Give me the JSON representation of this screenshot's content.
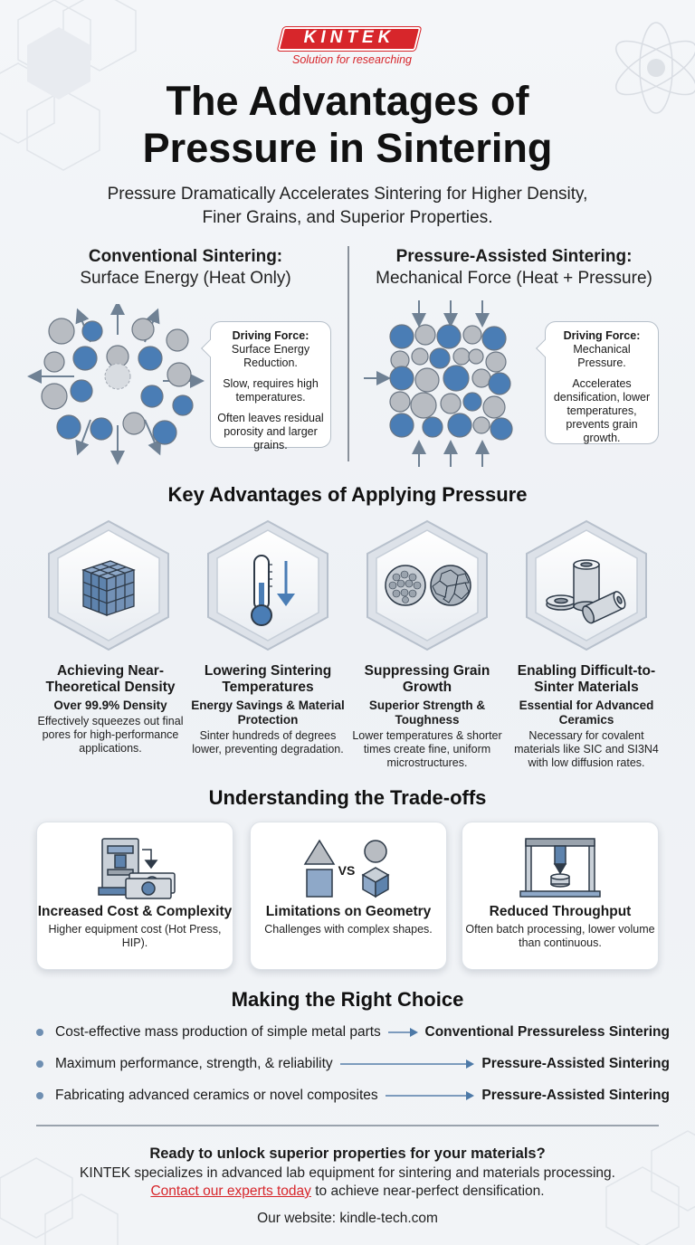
{
  "brand": {
    "name": "KINTEK",
    "tagline": "Solution for researching",
    "color": "#d7262b"
  },
  "title": {
    "line1": "The Advantages of",
    "line2": "Pressure in Sintering"
  },
  "subtitle": "Pressure Dramatically Accelerates Sintering for Higher Density, Finer Grains, and Superior Properties.",
  "conventional": {
    "heading": "Conventional Sintering:",
    "subheading": "Surface Energy (Heat Only)",
    "bubble": {
      "label": "Driving Force:",
      "force": "Surface Energy Reduction.",
      "p1": "Slow, requires high temperatures.",
      "p2": "Often leaves residual porosity and larger grains."
    }
  },
  "pressure": {
    "heading": "Pressure-Assisted Sintering:",
    "subheading": "Mechanical Force (Heat + Pressure)",
    "bubble": {
      "label": "Driving Force:",
      "force": "Mechanical Pressure.",
      "p1": "Accelerates densification, lower temperatures, prevents grain growth."
    }
  },
  "advantages_title": "Key Advantages of Applying Pressure",
  "advantages": [
    {
      "icon": "cube-grid-icon",
      "title": "Achieving Near-Theoretical Density",
      "sub": "Over 99.9% Density",
      "desc": "Effectively squeezes out final pores for high-performance applications."
    },
    {
      "icon": "thermometer-down-icon",
      "title": "Lowering Sintering Temperatures",
      "sub": "Energy Savings & Material Protection",
      "desc": "Sinter hundreds of degrees lower, preventing degradation."
    },
    {
      "icon": "grain-structure-icon",
      "title": "Suppressing Grain Growth",
      "sub": "Superior Strength & Toughness",
      "desc": "Lower temperatures & shorter times create fine, uniform microstructures."
    },
    {
      "icon": "ceramic-parts-icon",
      "title": "Enabling Difficult-to-Sinter Materials",
      "sub": "Essential for Advanced Ceramics",
      "desc": "Necessary for covalent materials like SIC and SI3N4 with low diffusion rates."
    }
  ],
  "tradeoffs_title": "Understanding the Trade-offs",
  "tradeoffs": [
    {
      "icon": "press-cost-icon",
      "title": "Increased Cost & Complexity",
      "desc": "Higher equipment cost (Hot Press, HIP)."
    },
    {
      "icon": "shapes-vs-icon",
      "vs": "VS",
      "title": "Limitations on Geometry",
      "desc": "Challenges with complex shapes."
    },
    {
      "icon": "batch-press-icon",
      "title": "Reduced Throughput",
      "desc": "Often batch processing, lower volume than continuous."
    }
  ],
  "choice_title": "Making the Right Choice",
  "choices": [
    {
      "text": "Cost-effective mass production of simple metal parts",
      "result": "Conventional Pressureless Sintering"
    },
    {
      "text": "Maximum performance, strength, & reliability",
      "result": "Pressure-Assisted Sintering"
    },
    {
      "text": "Fabricating advanced ceramics or novel composites",
      "result": "Pressure-Assisted Sintering"
    }
  ],
  "cta": {
    "question": "Ready to unlock superior properties for your materials?",
    "line1": "KINTEK specializes in advanced lab equipment for sintering and materials processing.",
    "link": "Contact our experts today",
    "line2_rest": " to achieve near-perfect densification.",
    "website": "Our website: kindle-tech.com"
  },
  "colors": {
    "particle_blue": "#4a7db5",
    "particle_gray": "#b8bcc2",
    "arrow": "#6f8194"
  }
}
